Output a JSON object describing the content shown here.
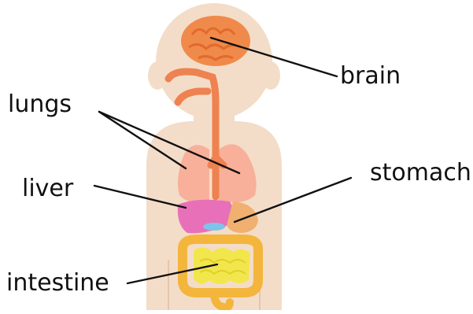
{
  "labels": {
    "brain": "brain",
    "lungs": "lungs",
    "liver": "liver",
    "stomach": "stomach",
    "intestine": "intestine"
  },
  "colors": {
    "skin": "#f3ddc8",
    "brain": "#f08a4b",
    "brain_fold": "#e26a2c",
    "trachea": "#ee8250",
    "lungs": "#f8b09a",
    "liver": "#e870b8",
    "stomach": "#f0b070",
    "gallbladder": "#7fc3ea",
    "intestine": "#f3b53c",
    "small_intestine": "#f2e64d",
    "leader_line": "#111111"
  }
}
